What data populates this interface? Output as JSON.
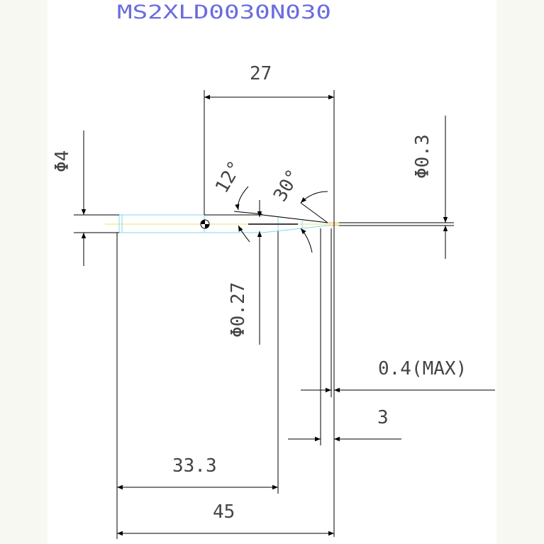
{
  "title": "MS2XLD0030N030",
  "dimensions": {
    "dia_shank": "Φ4",
    "len_27": "27",
    "dia_tip": "Φ0.3",
    "angle_12": "12°",
    "angle_30": "30°",
    "dia_neck": "Φ0.27",
    "max_04": "0.4(MAX)",
    "len_3": "3",
    "len_33_3": "33.3",
    "len_45": "45"
  },
  "colors": {
    "background": "#f7f8f2",
    "sheet": "#ffffff",
    "line": "#000000",
    "tool_outline": "#7fd8e8",
    "center_line": "#e8e070",
    "title": "#6b6be0",
    "text": "#444444"
  }
}
